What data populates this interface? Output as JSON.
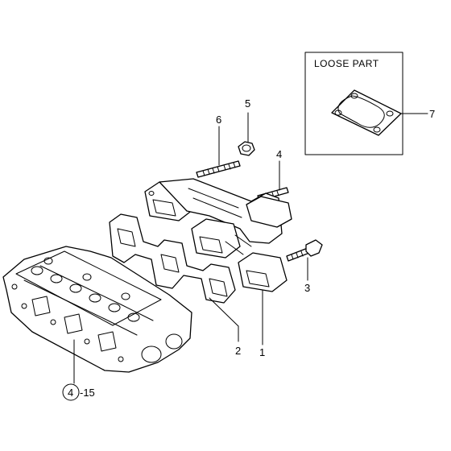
{
  "loose_part_box": {
    "title": "LOOSE PART"
  },
  "callouts": {
    "c1": "1",
    "c2": "2",
    "c3": "3",
    "c4": "4",
    "c5": "5",
    "c6": "6",
    "c7": "7",
    "ref_circle": "4",
    "ref_suffix": "-15"
  }
}
